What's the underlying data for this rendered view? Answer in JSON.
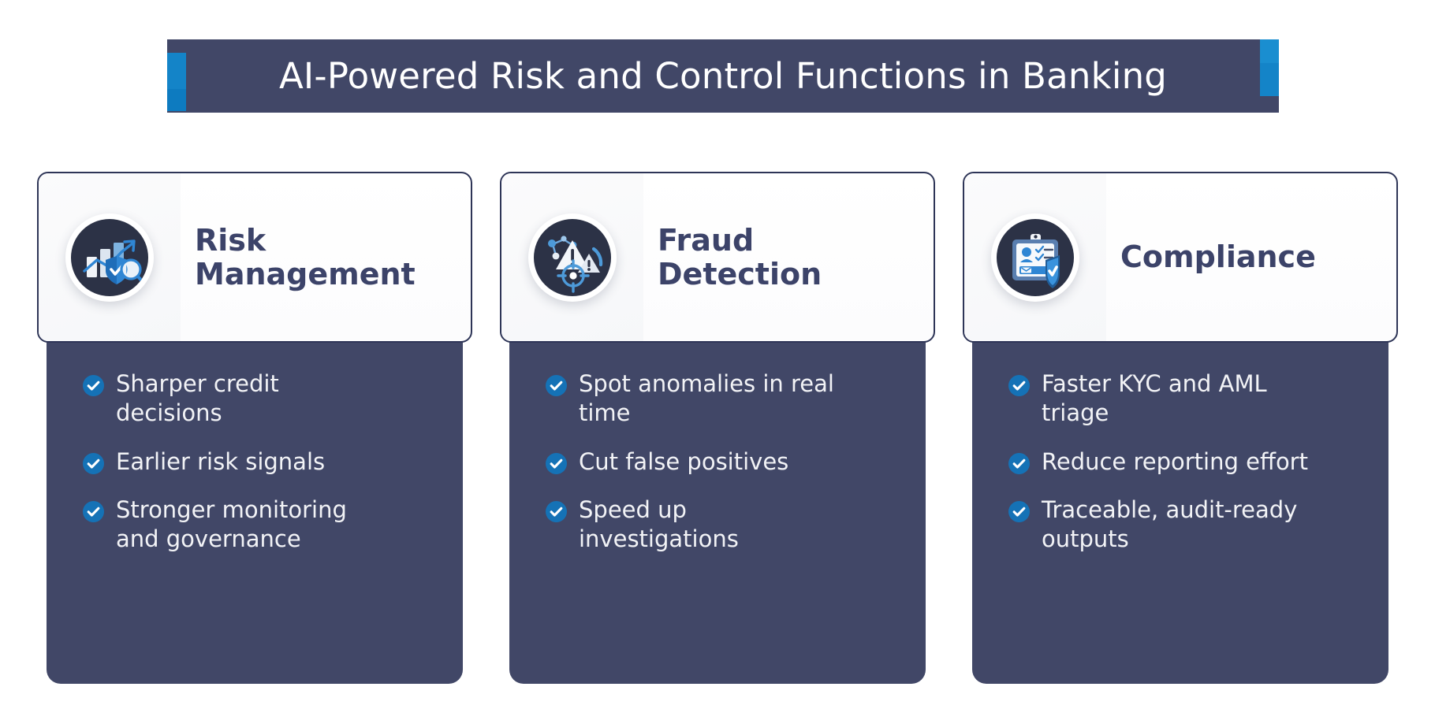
{
  "header": {
    "title": "AI-Powered Risk and Control Functions in Banking",
    "background_color": "#414767",
    "text_color": "#ffffff",
    "accent_color": "#1484c8"
  },
  "theme": {
    "panel_color": "#414767",
    "card_border_color": "#2e3557",
    "title_color": "#3c4369",
    "check_color": "#1572b6",
    "icon_disc_color": "#2c3246",
    "page_background": "#ffffff"
  },
  "cards": [
    {
      "title": "Risk Management",
      "icon_name": "risk-analytics-icon",
      "bullets": [
        "Sharper credit decisions",
        "Earlier risk signals",
        "Stronger monitoring and governance"
      ]
    },
    {
      "title": "Fraud Detection",
      "icon_name": "fraud-alert-target-icon",
      "bullets": [
        "Spot anomalies in real time",
        "Cut false positives",
        "Speed up investigations"
      ]
    },
    {
      "title": "Compliance",
      "icon_name": "compliance-clipboard-shield-icon",
      "bullets": [
        "Faster KYC and AML triage",
        "Reduce reporting effort",
        "Traceable, audit-ready outputs"
      ]
    }
  ]
}
